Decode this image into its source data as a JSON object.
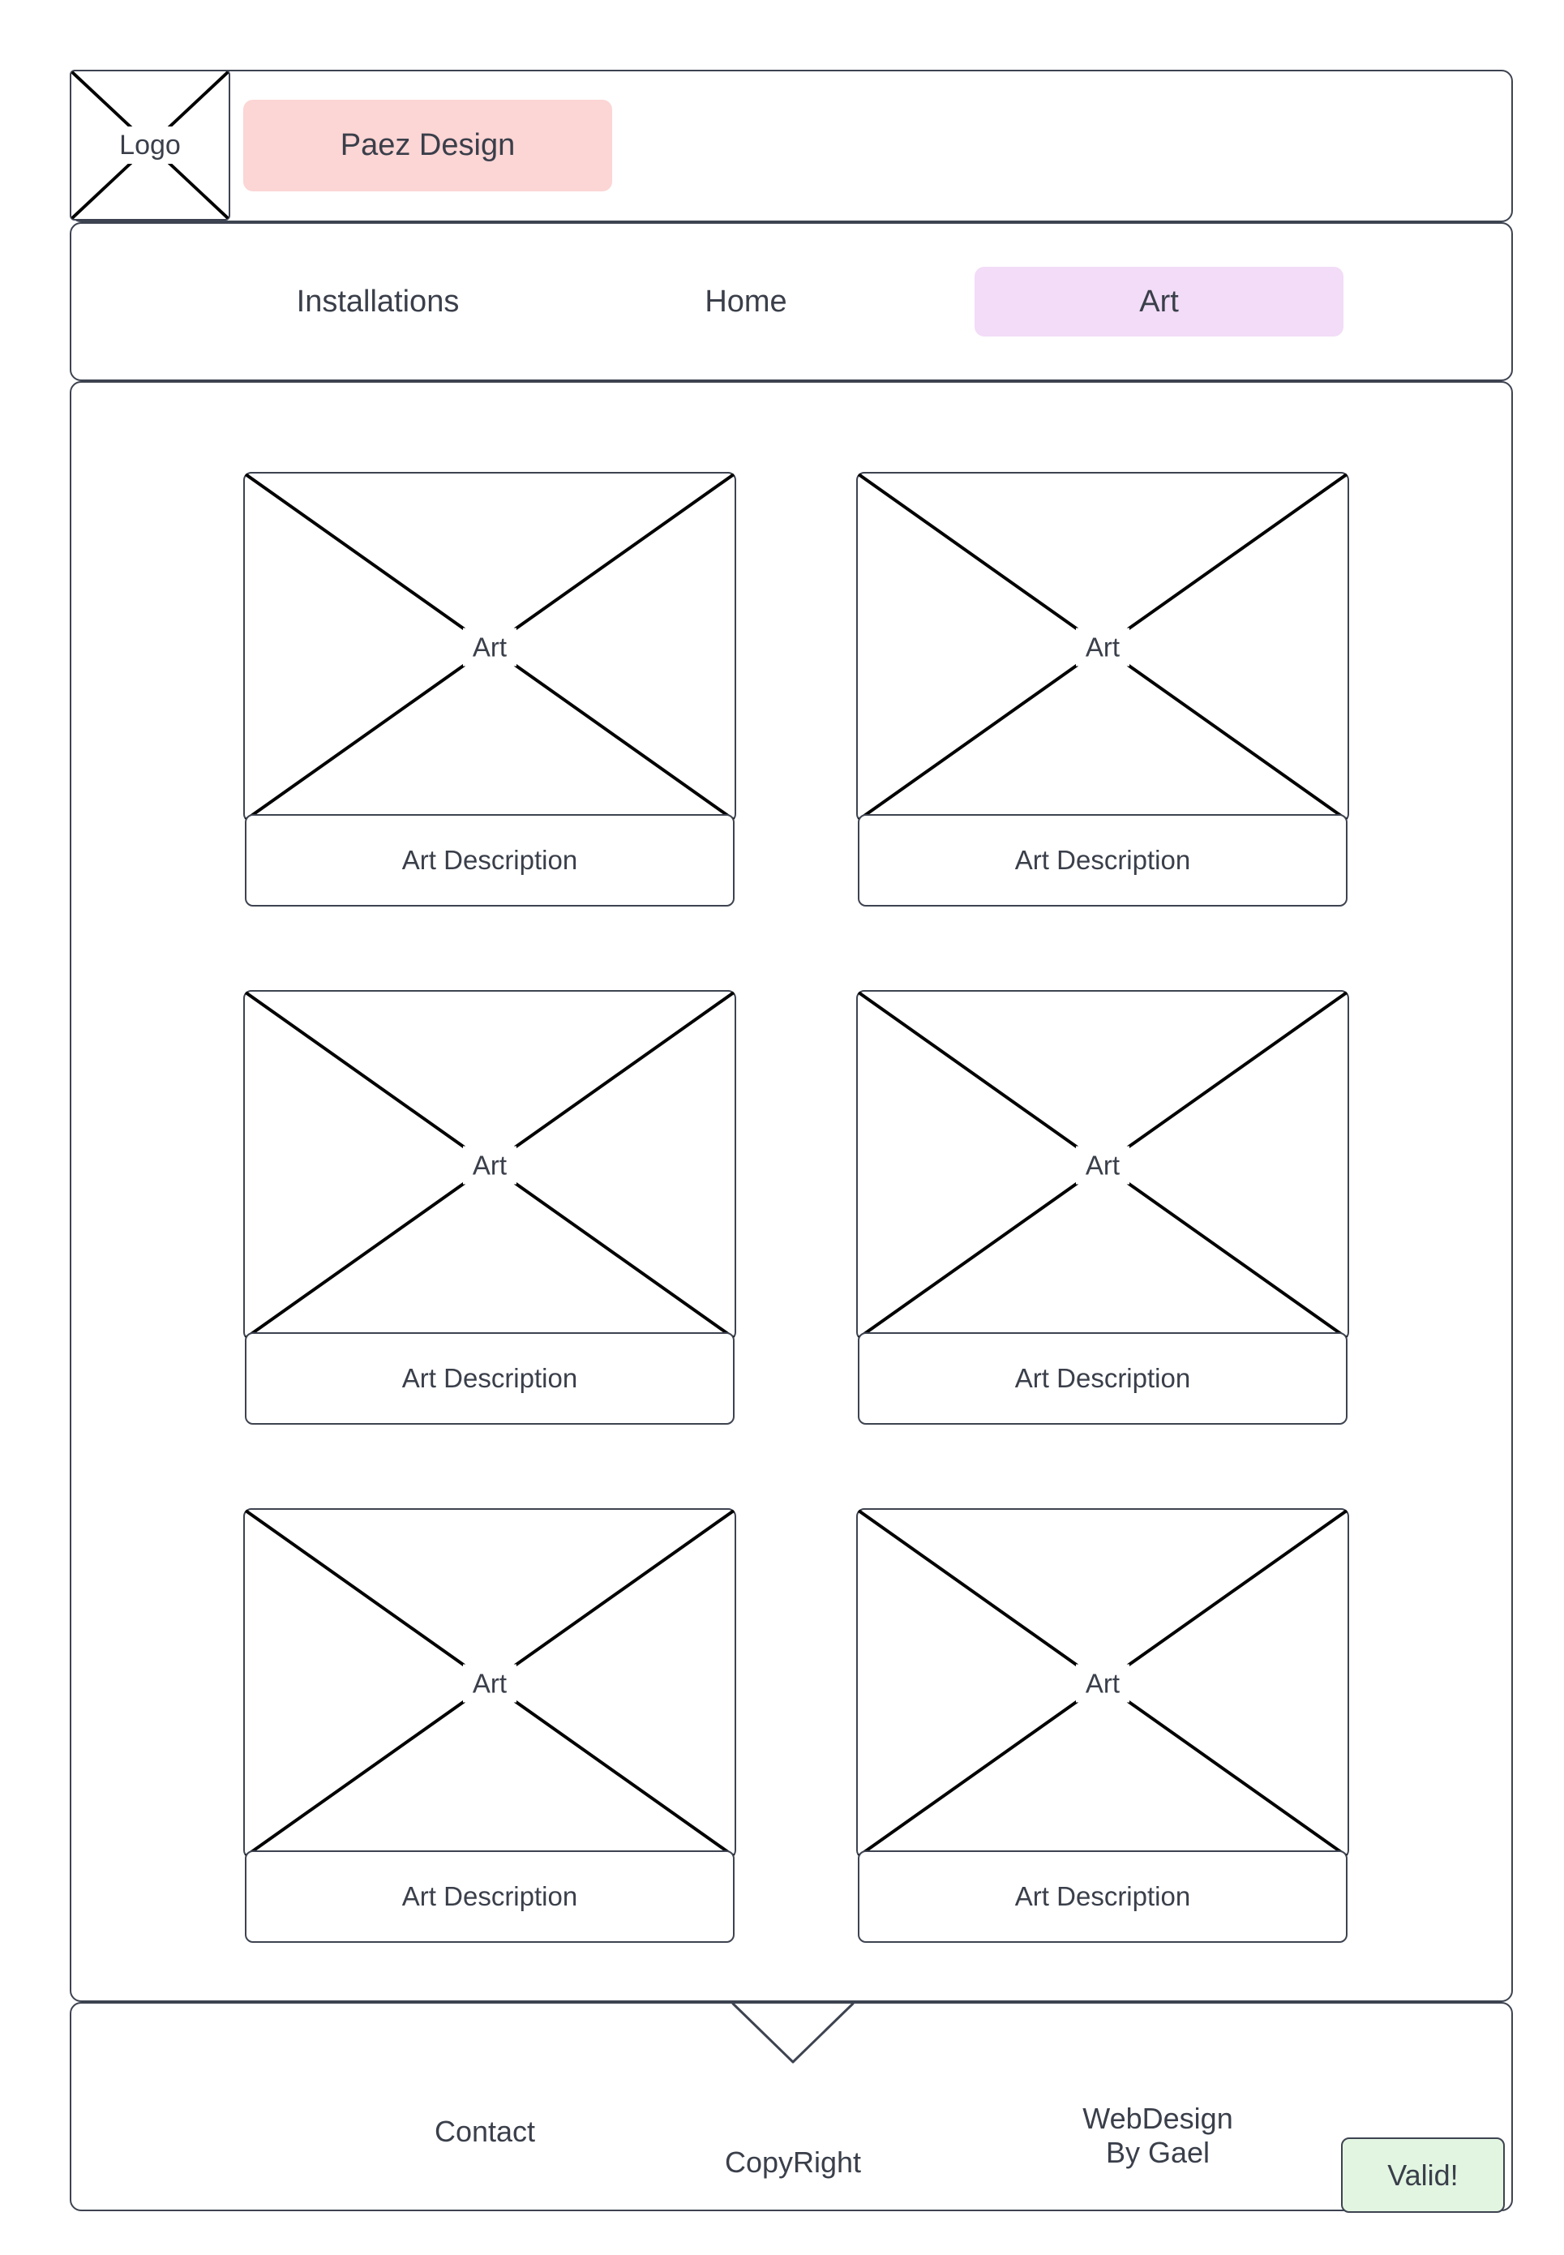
{
  "header": {
    "logo_label": "Logo",
    "logo_icon": "image-placeholder-x-icon",
    "site_title": "Paez Design",
    "title_color": "#fcd5d5"
  },
  "nav": {
    "active_color": "#f2dcf7",
    "items": [
      {
        "label": "Installations",
        "active": false
      },
      {
        "label": "Home",
        "active": false
      },
      {
        "label": "Art",
        "active": true
      }
    ]
  },
  "main": {
    "cards": [
      {
        "image_label": "Art",
        "image_icon": "image-placeholder-x-icon",
        "description": "Art Description"
      },
      {
        "image_label": "Art",
        "image_icon": "image-placeholder-x-icon",
        "description": "Art Description"
      },
      {
        "image_label": "Art",
        "image_icon": "image-placeholder-x-icon",
        "description": "Art Description"
      },
      {
        "image_label": "Art",
        "image_icon": "image-placeholder-x-icon",
        "description": "Art Description"
      },
      {
        "image_label": "Art",
        "image_icon": "image-placeholder-x-icon",
        "description": "Art Description"
      },
      {
        "image_label": "Art",
        "image_icon": "image-placeholder-x-icon",
        "description": "Art Description"
      }
    ]
  },
  "footer": {
    "contact": "Contact",
    "copyright": "CopyRight",
    "chevron_icon": "chevron-down-icon",
    "credit_line1": "WebDesign",
    "credit_line2": "By Gael",
    "valid_badge": "Valid!",
    "valid_color": "#e2f5e1"
  }
}
